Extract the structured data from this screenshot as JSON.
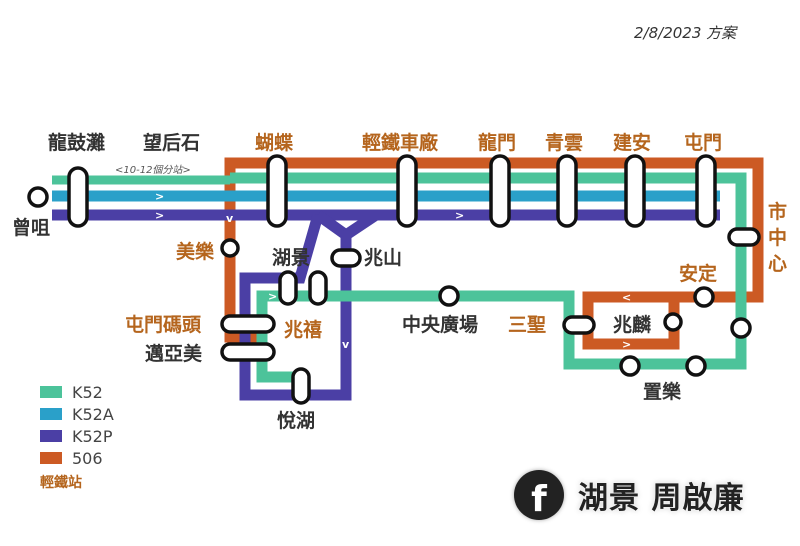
{
  "date_note": "2/8/2023 方案",
  "gap_note": "<10-12個分站>",
  "stations": {
    "tsang_tsui": "曾咀",
    "lung_kwu_tan": "龍鼓灘",
    "mong_hau_shek": "望后石",
    "butterfly": "蝴蝶",
    "lrt_depot": "輕鐵車廠",
    "lung_mun": "龍門",
    "ching_wan": "青雲",
    "kin_on": "建安",
    "tuen_mun_stn": "屯門",
    "town_centre": "市中心",
    "mei_lok": "美樂",
    "wu_king": "湖景",
    "siu_shan": "兆山",
    "on_ting": "安定",
    "tm_pier": "屯門碼頭",
    "mai_ah_mei": "邁亞美",
    "siu_hei": "兆禧",
    "central_square": "中央廣場",
    "sam_shing": "三聖",
    "siu_lun": "兆麟",
    "chi_lok": "置樂",
    "yuet_wu": "悅湖"
  },
  "colors": {
    "k52": "#4cc39a",
    "k52a": "#2aa0c9",
    "k52p": "#4b3fa5",
    "r506": "#cc5a24",
    "label_orange": "#b5651d",
    "label_dark": "#333333"
  },
  "legend": [
    {
      "label": "K52",
      "color": "#4cc39a"
    },
    {
      "label": "K52A",
      "color": "#2aa0c9"
    },
    {
      "label": "K52P",
      "color": "#4b3fa5"
    },
    {
      "label": "506",
      "color": "#cc5a24"
    }
  ],
  "legend_note": "輕鐵站",
  "watermark": {
    "icon": "facebook-icon",
    "glyph": "f",
    "text": "湖景 周啟廉"
  },
  "direction_arrows": {
    "right": ">",
    "left": "<",
    "down": "v"
  }
}
